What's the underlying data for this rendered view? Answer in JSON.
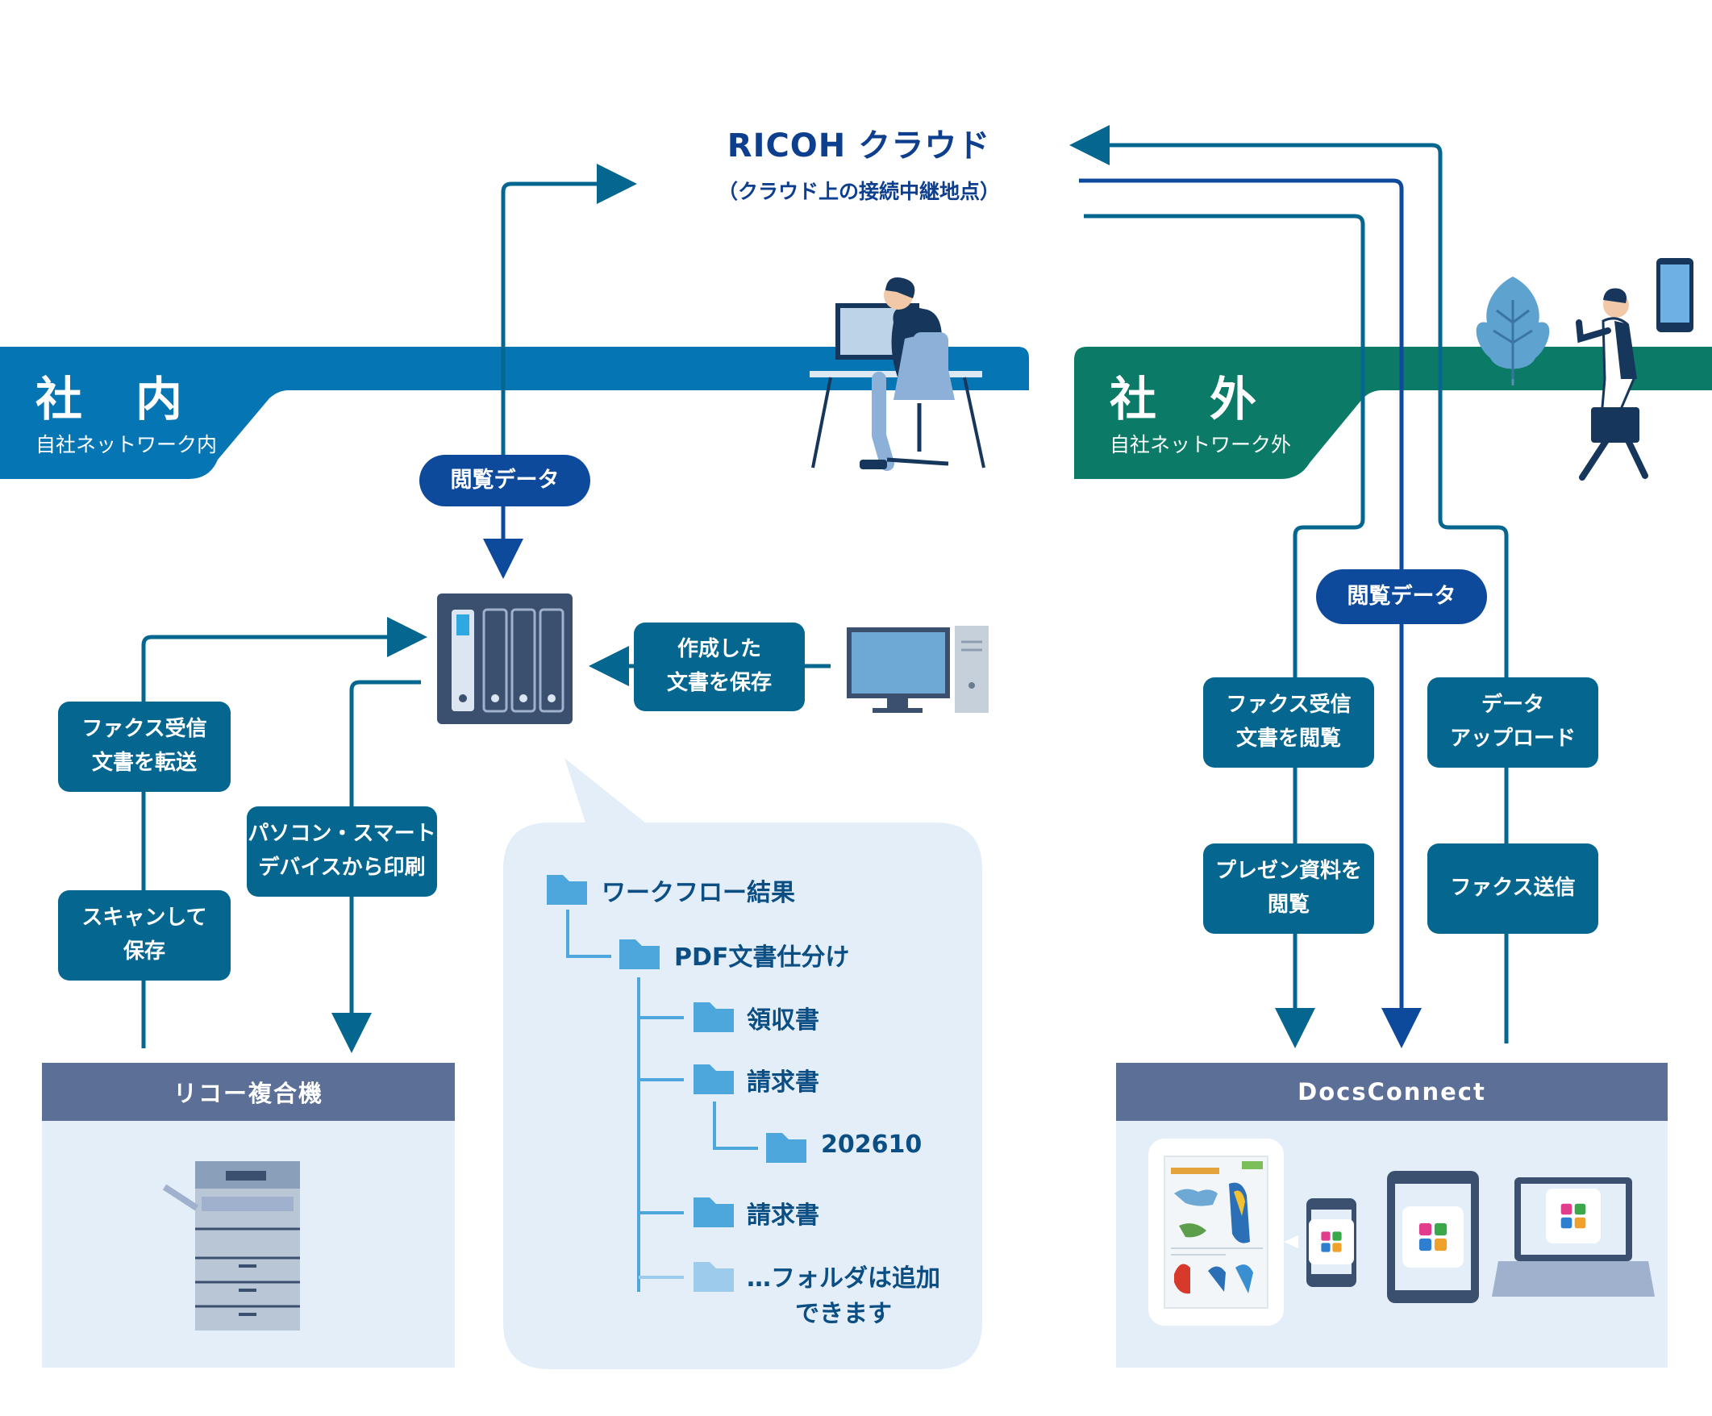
{
  "cloud": {
    "title": "RICOH クラウド",
    "subtitle": "（クラウド上の接続中継地点）"
  },
  "zones": {
    "internal": {
      "title": "社　内",
      "subtitle": "自社ネットワーク内",
      "color": "#0675b3"
    },
    "external": {
      "title": "社　外",
      "subtitle": "自社ネットワーク外",
      "color": "#0b7a66"
    }
  },
  "labels": {
    "view_data_left": "閲覧データ",
    "view_data_right": "閲覧データ",
    "save_created": "作成した\n文書を保存",
    "fax_forward": "ファクス受信\n文書を転送",
    "print_from_device": "パソコン・スマート\nデバイスから印刷",
    "scan_save": "スキャンして\n保存",
    "fax_view": "ファクス受信\n文書を閲覧",
    "data_upload": "データ\nアップロード",
    "presentation_view": "プレゼン資料を\n閲覧",
    "fax_send": "ファクス送信"
  },
  "panels": {
    "mfp": "リコー複合機",
    "docsconnect": "DocsConnect"
  },
  "folders": {
    "root": "ワークフロー結果",
    "pdf": "PDF文書仕分け",
    "receipt": "領収書",
    "invoice1": "請求書",
    "sub": "202610",
    "invoice2": "請求書",
    "more": "…フォルダは追加\nできます"
  },
  "icons": [
    "person-at-desk-icon",
    "walking-person-icon",
    "smartphone-icon",
    "tree-icon",
    "nas-icon",
    "desktop-pc-icon",
    "multifunction-printer-icon",
    "folder-icon",
    "tablet-icon",
    "laptop-icon",
    "app-logo-icon"
  ],
  "colors": {
    "arrow_teal": "#05678f",
    "arrow_blue": "#0e4a9b",
    "panel_bg": "#e4eef8",
    "header": "#5c6f96",
    "folder": "#4ea7dc"
  }
}
